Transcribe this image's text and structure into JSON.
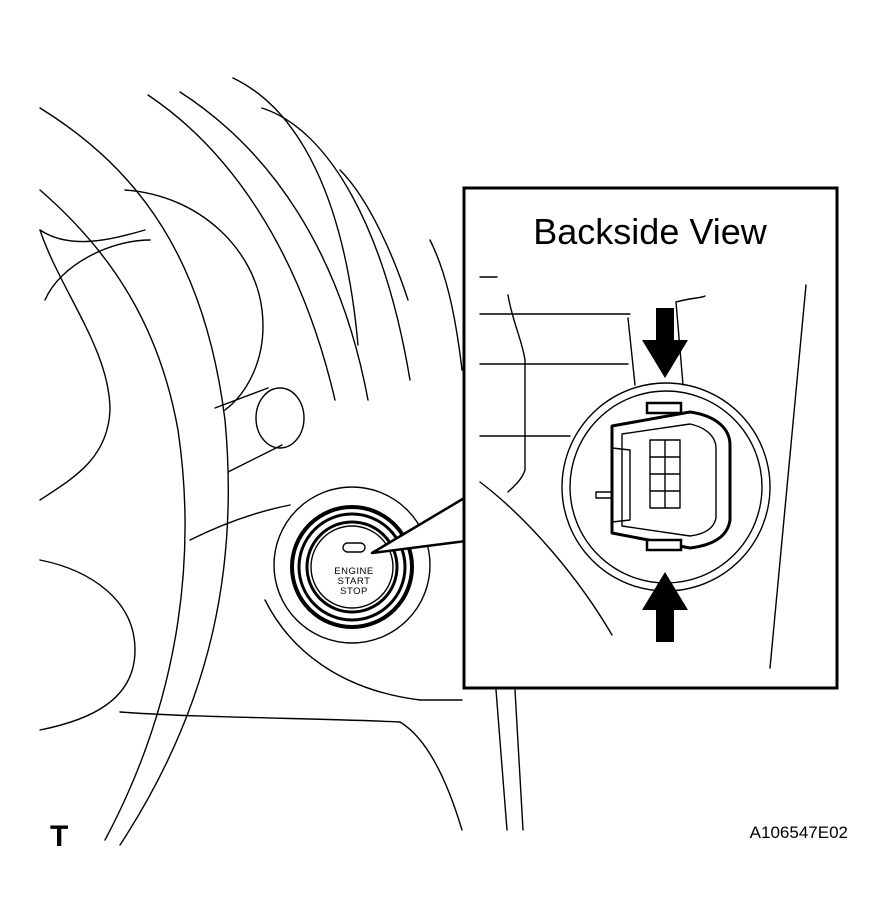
{
  "button_label": {
    "line1": "ENGINE",
    "line2": "START",
    "line3": "STOP"
  },
  "inset": {
    "title": "Backside View"
  },
  "corner_mark": "T",
  "figure_id": "A106547E02"
}
